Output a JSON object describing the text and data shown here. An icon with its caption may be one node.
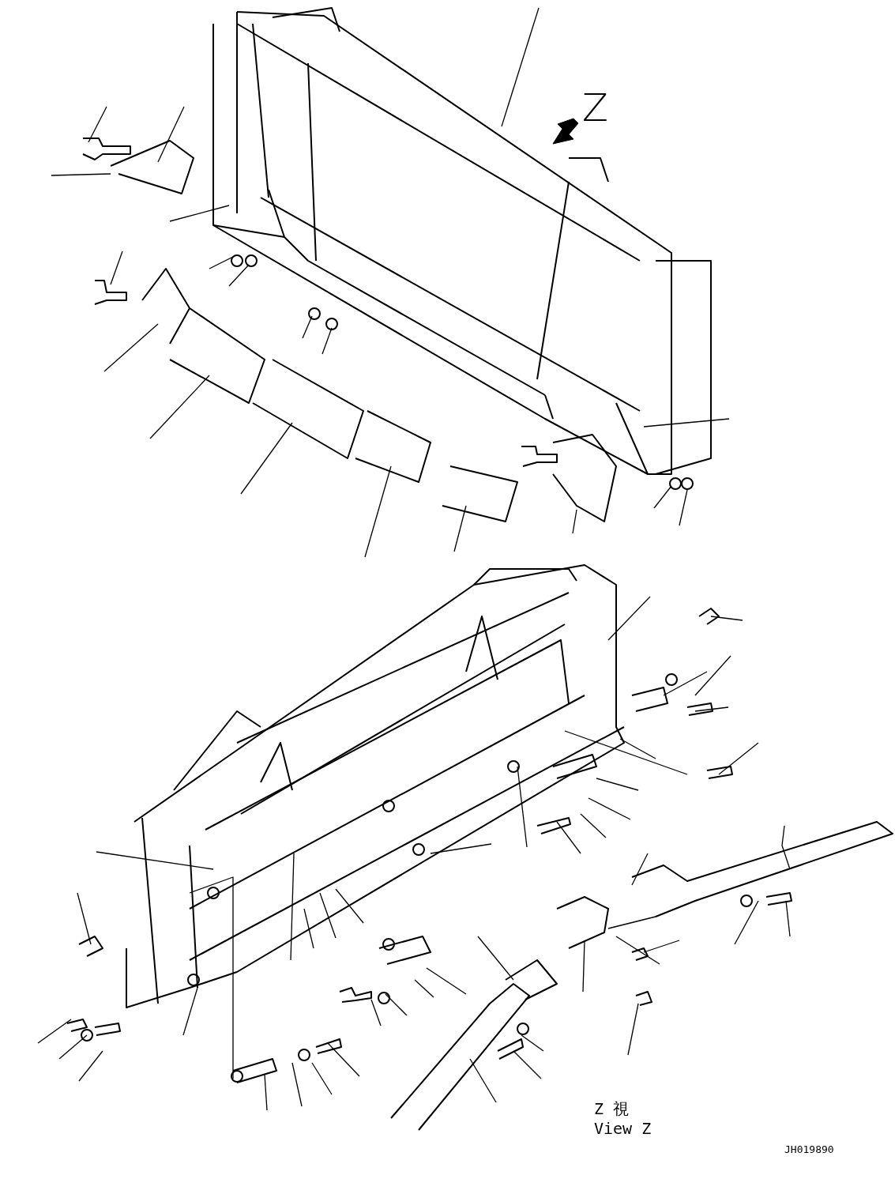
{
  "diagram": {
    "labels": [
      "Z",
      "Z 視",
      "View Z",
      "JH019890"
    ]
  }
}
